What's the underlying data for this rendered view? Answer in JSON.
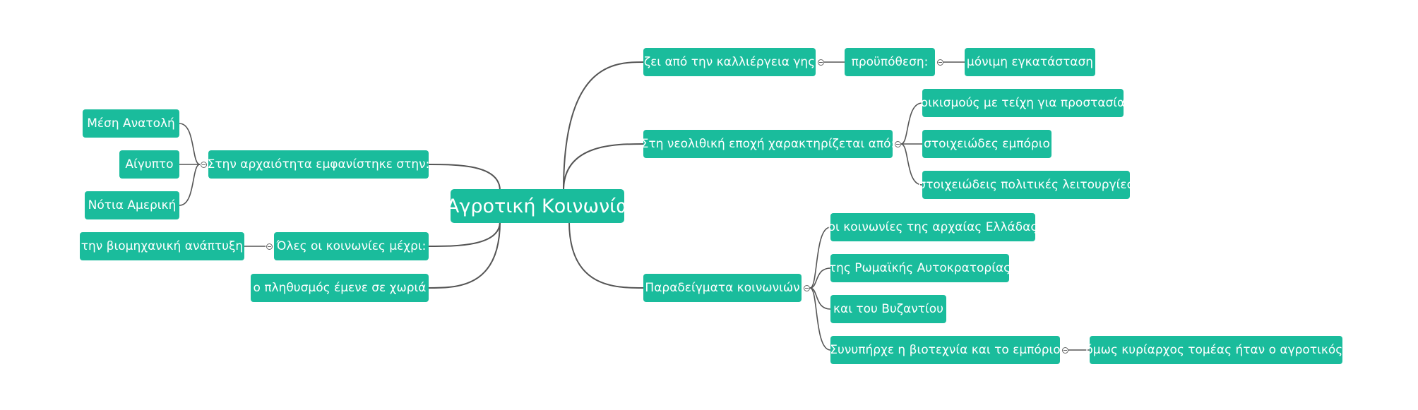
{
  "mindmap": {
    "root": "Αγροτική Κοινωνία",
    "right": [
      {
        "label": "ζει από την καλλιέργεια γης",
        "children": [
          {
            "label": "προϋπόθεση:",
            "children": [
              {
                "label": "μόνιμη εγκατάσταση"
              }
            ]
          }
        ]
      },
      {
        "label": "Στη νεολιθική εποχή χαρακτηρίζεται από:",
        "children": [
          {
            "label": "οικισμούς με τείχη για προστασία"
          },
          {
            "label": "στοιχειώδες εμπόριο"
          },
          {
            "label": "στοιχειώδεις πολιτικές λειτουργίες"
          }
        ]
      },
      {
        "label": "Παραδείγματα κοινωνιών",
        "children": [
          {
            "label": "οι κοινωνίες της αρχαίας Ελλάδας"
          },
          {
            "label": "της Ρωμαϊκής Αυτοκρατορίας"
          },
          {
            "label": "και του Βυζαντίου"
          },
          {
            "label": "Συνυπήρχε η βιοτεχνία και το εμπόριο",
            "children": [
              {
                "label": "όμως κυρίαρχος τομέας ήταν ο αγροτικός."
              }
            ]
          }
        ]
      }
    ],
    "left": [
      {
        "label": "Στην αρχαιότητα εμφανίστηκε στην:",
        "children": [
          {
            "label": "Μέση Ανατολή"
          },
          {
            "label": "Αίγυπτο"
          },
          {
            "label": "Νότια Αμερική"
          }
        ]
      },
      {
        "label": "Όλες οι κοινωνίες μέχρι:",
        "children": [
          {
            "label": "την βιομηχανική ανάπτυξη"
          }
        ]
      },
      {
        "label": "ο πληθυσμός έμενε σε χωριά"
      }
    ],
    "colors": {
      "node": "#1abc9c",
      "text": "#ffffff",
      "edge": "#555555"
    }
  }
}
